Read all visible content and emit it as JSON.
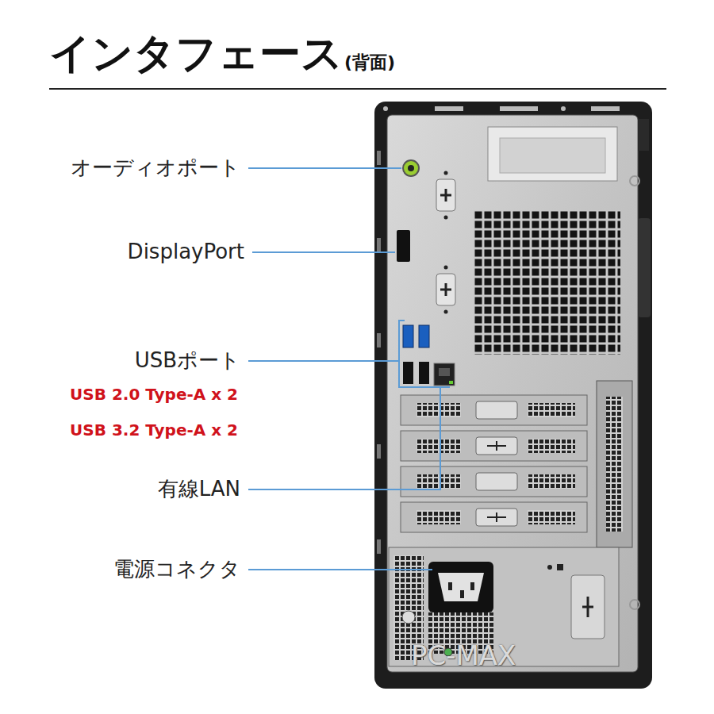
{
  "diagram": {
    "title": "インタフェース",
    "labels": [
      "(背面)",
      "オーディオポート",
      "DisplayPort",
      "USBポート",
      "USB 2.0 Type-A x 2",
      "USB 3.2 Type-A x 2",
      "有線LAN",
      "電源コネクタ",
      "PC-MAX"
    ]
  }
}
